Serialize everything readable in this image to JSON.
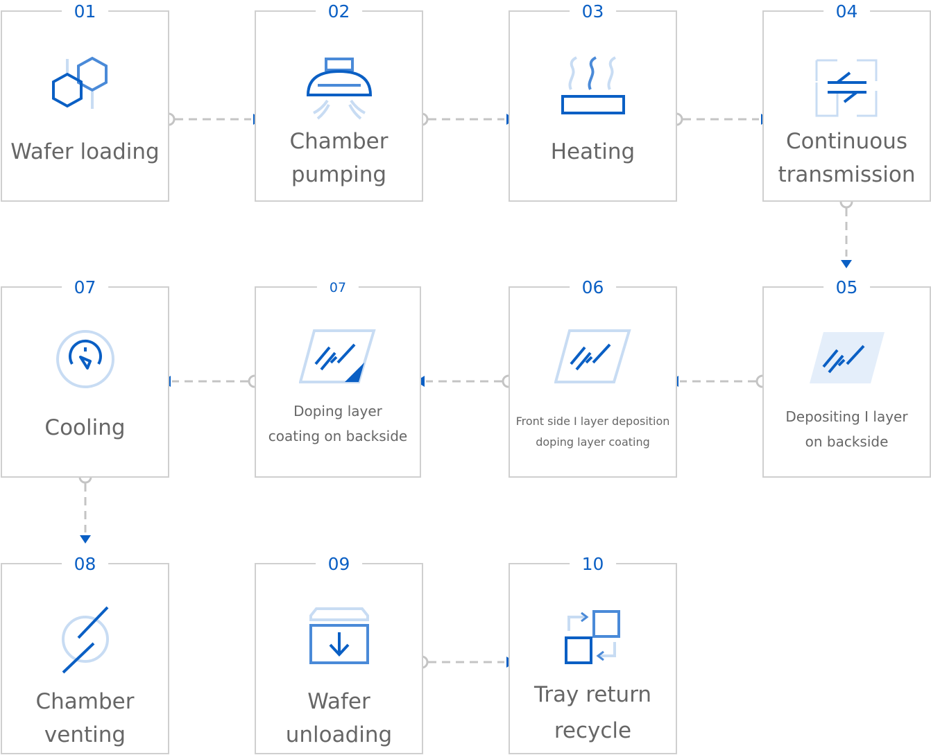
{
  "colors": {
    "accent": "#0a5fc4",
    "accent_mid": "#4a8ad8",
    "accent_light": "#c8dcf3",
    "border": "#cfcfcf",
    "connector": "#c4c4c4",
    "text": "#666666"
  },
  "steps": [
    {
      "number": "01",
      "line1": "Wafer loading",
      "line2": "",
      "icon": "hexagon-molecule-icon"
    },
    {
      "number": "02",
      "line1": "Chamber",
      "line2": "pumping",
      "icon": "vacuum-hood-icon"
    },
    {
      "number": "03",
      "line1": "Heating",
      "line2": "",
      "icon": "heating-plate-icon"
    },
    {
      "number": "04",
      "line1": "Continuous",
      "line2": "transmission",
      "icon": "transfer-arrows-icon"
    },
    {
      "number": "05",
      "line1": "Depositing I layer",
      "line2": "on backside",
      "icon": "glass-panel-icon"
    },
    {
      "number": "06",
      "line1": "Front side I layer deposition",
      "line2": "doping layer coating",
      "icon": "glass-panel-icon"
    },
    {
      "number": "07",
      "line1": "Doping layer",
      "line2": "coating on backside",
      "icon": "glass-panel-corner-icon"
    },
    {
      "number": "07",
      "line1": "",
      "line2": "Cooling",
      "icon": "gauge-icon"
    },
    {
      "number": "08",
      "line1": "Chamber",
      "line2": "venting",
      "icon": "vent-slash-icon"
    },
    {
      "number": "09",
      "line1": "Wafer",
      "line2": "unloading",
      "icon": "unload-tray-icon"
    },
    {
      "number": "10",
      "line1": "Tray return",
      "line2": "recycle",
      "icon": "recycle-squares-icon"
    }
  ]
}
